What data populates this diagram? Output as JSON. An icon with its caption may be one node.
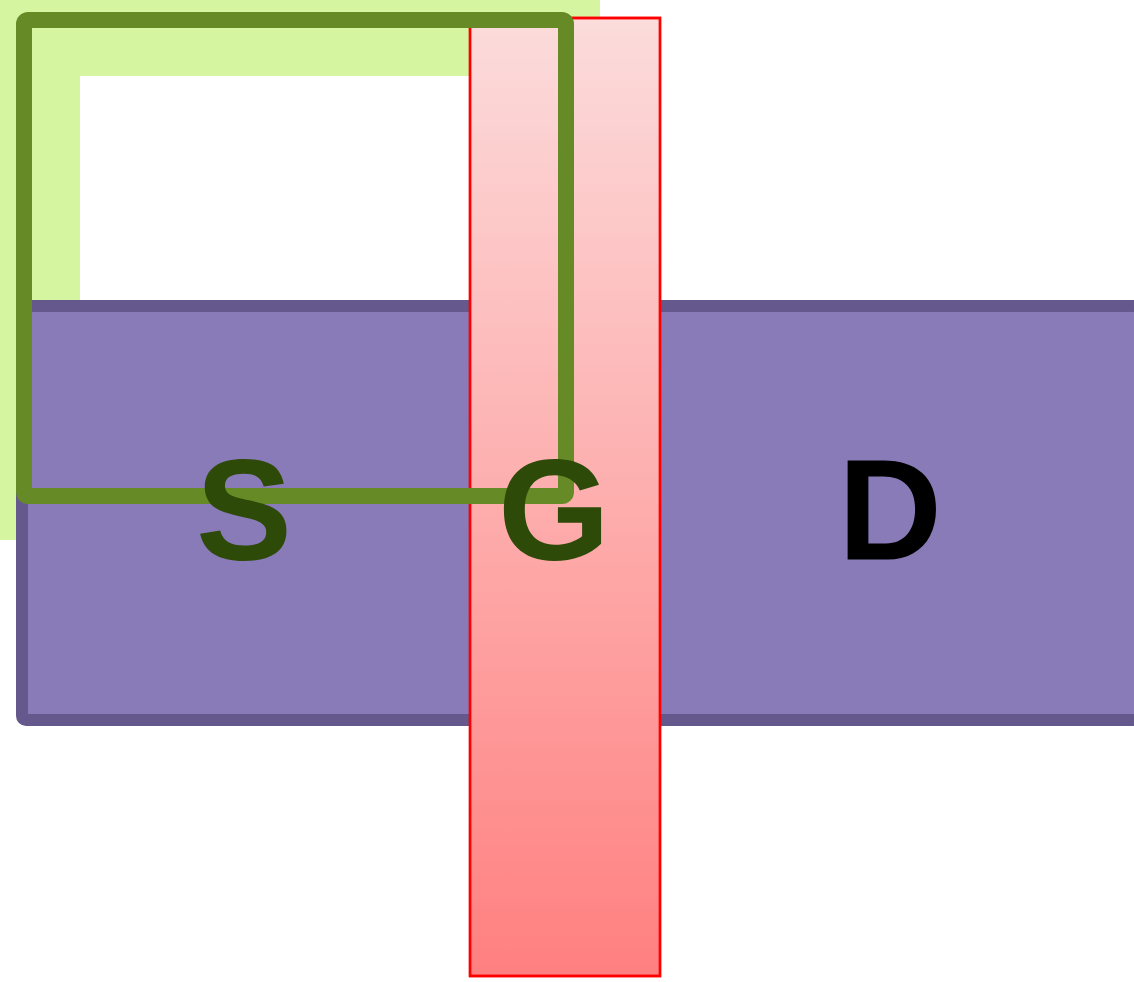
{
  "diagram": {
    "labels": [
      "S",
      "G",
      "D"
    ]
  }
}
